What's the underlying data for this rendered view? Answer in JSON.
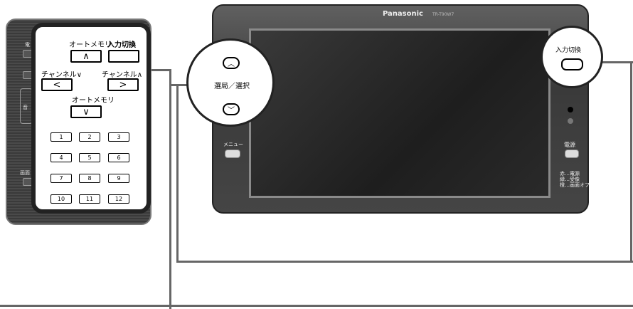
{
  "remote": {
    "auto_memory_top": "オートメモリ",
    "input_switch": "入力切換",
    "channel_down": "チャンネル∨",
    "channel_up": "チャンネル∧",
    "auto_memory_bottom": "オートメモリ",
    "up_glyph": "∧",
    "down_glyph": "∨",
    "left_glyph": "<",
    "right_glyph": ">",
    "numbers": [
      "1",
      "2",
      "3",
      "4",
      "5",
      "6",
      "7",
      "8",
      "9",
      "10",
      "11",
      "12"
    ]
  },
  "remote_side": {
    "power": "電",
    "vol": "音",
    "screen": "画面"
  },
  "tv": {
    "brand": "Panasonic",
    "model": "TR-T90W7",
    "menu_label": "メニュー",
    "select_label": "選局／選択",
    "up_glyph": "︿",
    "down_glyph": "﹀",
    "input_switch": "入力切換",
    "power": "電源",
    "indicator": [
      "赤…電源",
      "緑…受像",
      "橙…画面オフ"
    ]
  }
}
